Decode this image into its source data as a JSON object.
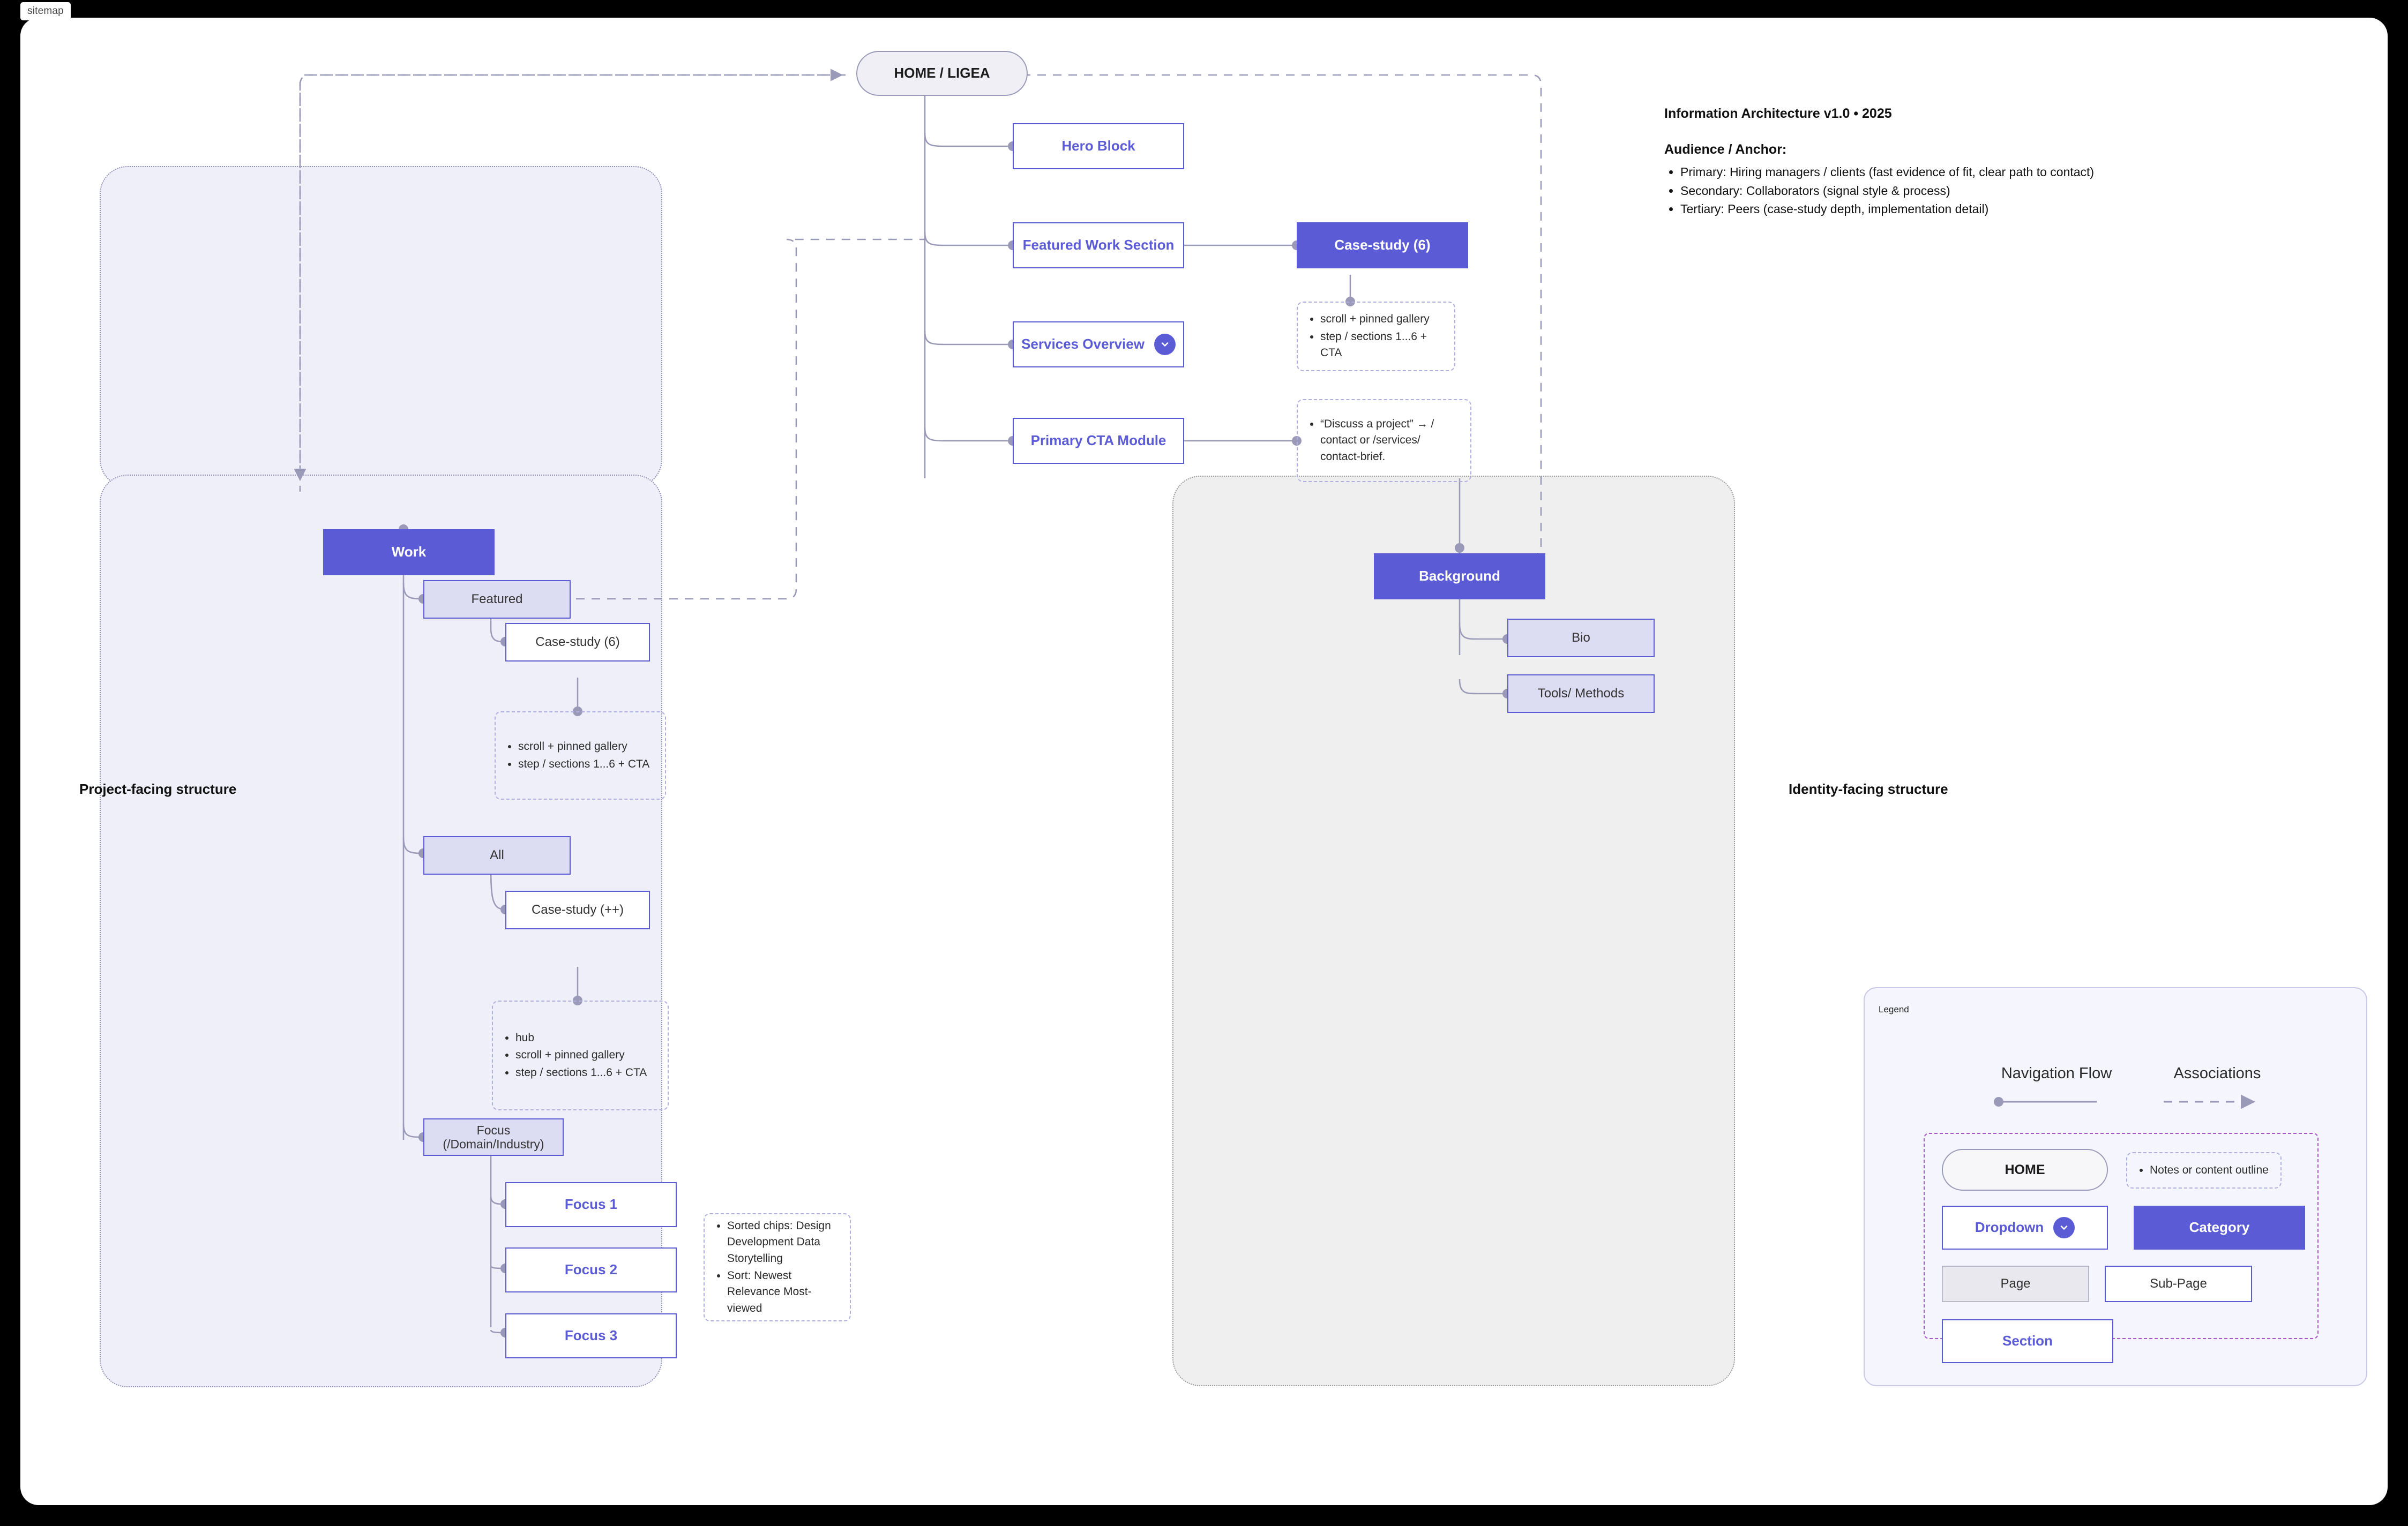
{
  "app": {
    "tab_label": "sitemap"
  },
  "info": {
    "title": "Information Architecture v1.0 • 2025",
    "subtitle": "Audience / Anchor:",
    "bullets": [
      "Primary: Hiring managers / clients (fast evidence of fit, clear path to contact)",
      "Secondary: Collaborators (signal style & process)",
      "Tertiary: Peers (case-study depth, implementation detail)"
    ]
  },
  "nodes": {
    "home": "HOME / LIGEA",
    "hero_block": "Hero Block",
    "featured_work_section": "Featured Work Section",
    "case_study_6_top": "Case-study (6)",
    "services_overview": "Services Overview",
    "primary_cta_module": "Primary CTA Module",
    "work": "Work",
    "featured": "Featured",
    "case_study_6_work": "Case-study (6)",
    "all": "All",
    "case_study_pp": "Case-study (++)",
    "focus_domain": "Focus (/Domain/Industry)",
    "focus_1": "Focus 1",
    "focus_2": "Focus 2",
    "focus_3": "Focus 3",
    "background": "Background",
    "bio": "Bio",
    "tools_methods": "Tools/ Methods"
  },
  "notes": {
    "case_study_top": [
      "scroll + pinned gallery",
      "step / sections 1...6 + CTA"
    ],
    "cta": [
      "“Discuss a project” → / contact or /services/ contact-brief."
    ],
    "case_study_work": [
      "scroll + pinned gallery",
      "step / sections 1...6 + CTA"
    ],
    "case_study_pp": [
      "hub",
      "scroll + pinned gallery",
      "step / sections 1...6 + CTA"
    ],
    "focus_chips": [
      "Sorted chips: Design Development Data Storytelling",
      "Sort: Newest Relevance Most-viewed"
    ]
  },
  "panels": {
    "project_label": "Project-facing structure",
    "identity_label": "Identity-facing structure"
  },
  "legend": {
    "title": "Legend",
    "navigation_flow": "Navigation Flow",
    "associations": "Associations",
    "home": "HOME",
    "notes": "Notes or content outline",
    "dropdown": "Dropdown",
    "category": "Category",
    "page": "Page",
    "subpage": "Sub-Page",
    "section": "Section"
  },
  "colors": {
    "accent": "#5B5BD6",
    "page_fill": "#DCDCF2",
    "panel_work": "#EFEFFA",
    "panel_background": "#EFEFEF",
    "wire": "#9A9AB8"
  }
}
